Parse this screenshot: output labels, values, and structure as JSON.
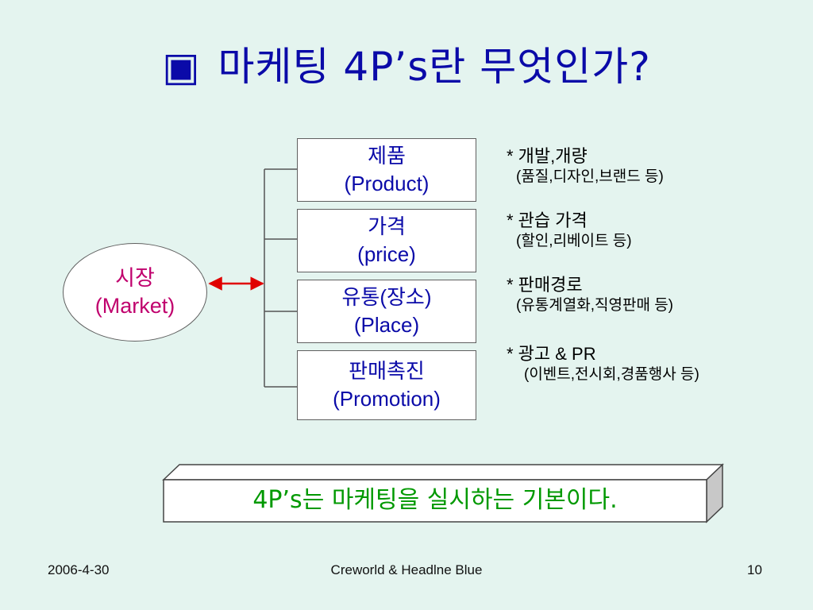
{
  "slide": {
    "title_mark": "▣",
    "title": "마케팅 4P’s란 무엇인가?"
  },
  "market": {
    "line1": "시장",
    "line2": "(Market)"
  },
  "boxes": [
    {
      "ko": "제품",
      "en": "(Product)"
    },
    {
      "ko": "가격",
      "en": "(price)"
    },
    {
      "ko": "유통(장소)",
      "en": "(Place)"
    },
    {
      "ko": "판매촉진",
      "en": "(Promotion)"
    }
  ],
  "notes": [
    {
      "head": "* 개발,개량",
      "detail": "(품질,디자인,브랜드 등)"
    },
    {
      "head": "* 관습 가격",
      "detail": "(할인,리베이트 등)"
    },
    {
      "head": "* 판매경로",
      "detail": "(유통계열화,직영판매 등)"
    },
    {
      "head": "* 광고 & PR",
      "detail": "(이벤트,전시회,경품행사 등)"
    }
  ],
  "banner": {
    "text": "4P’s는 마케팅을 실시하는 기본이다."
  },
  "footer": {
    "date": "2006-4-30",
    "center": "Creworld & Headlne Blue",
    "page": "10"
  },
  "colors": {
    "background": "#e4f4ef",
    "title": "#0a0aa8",
    "box_text": "#0a0aa8",
    "market_text": "#c0006d",
    "arrow": "#e00000",
    "banner_text": "#009900"
  }
}
